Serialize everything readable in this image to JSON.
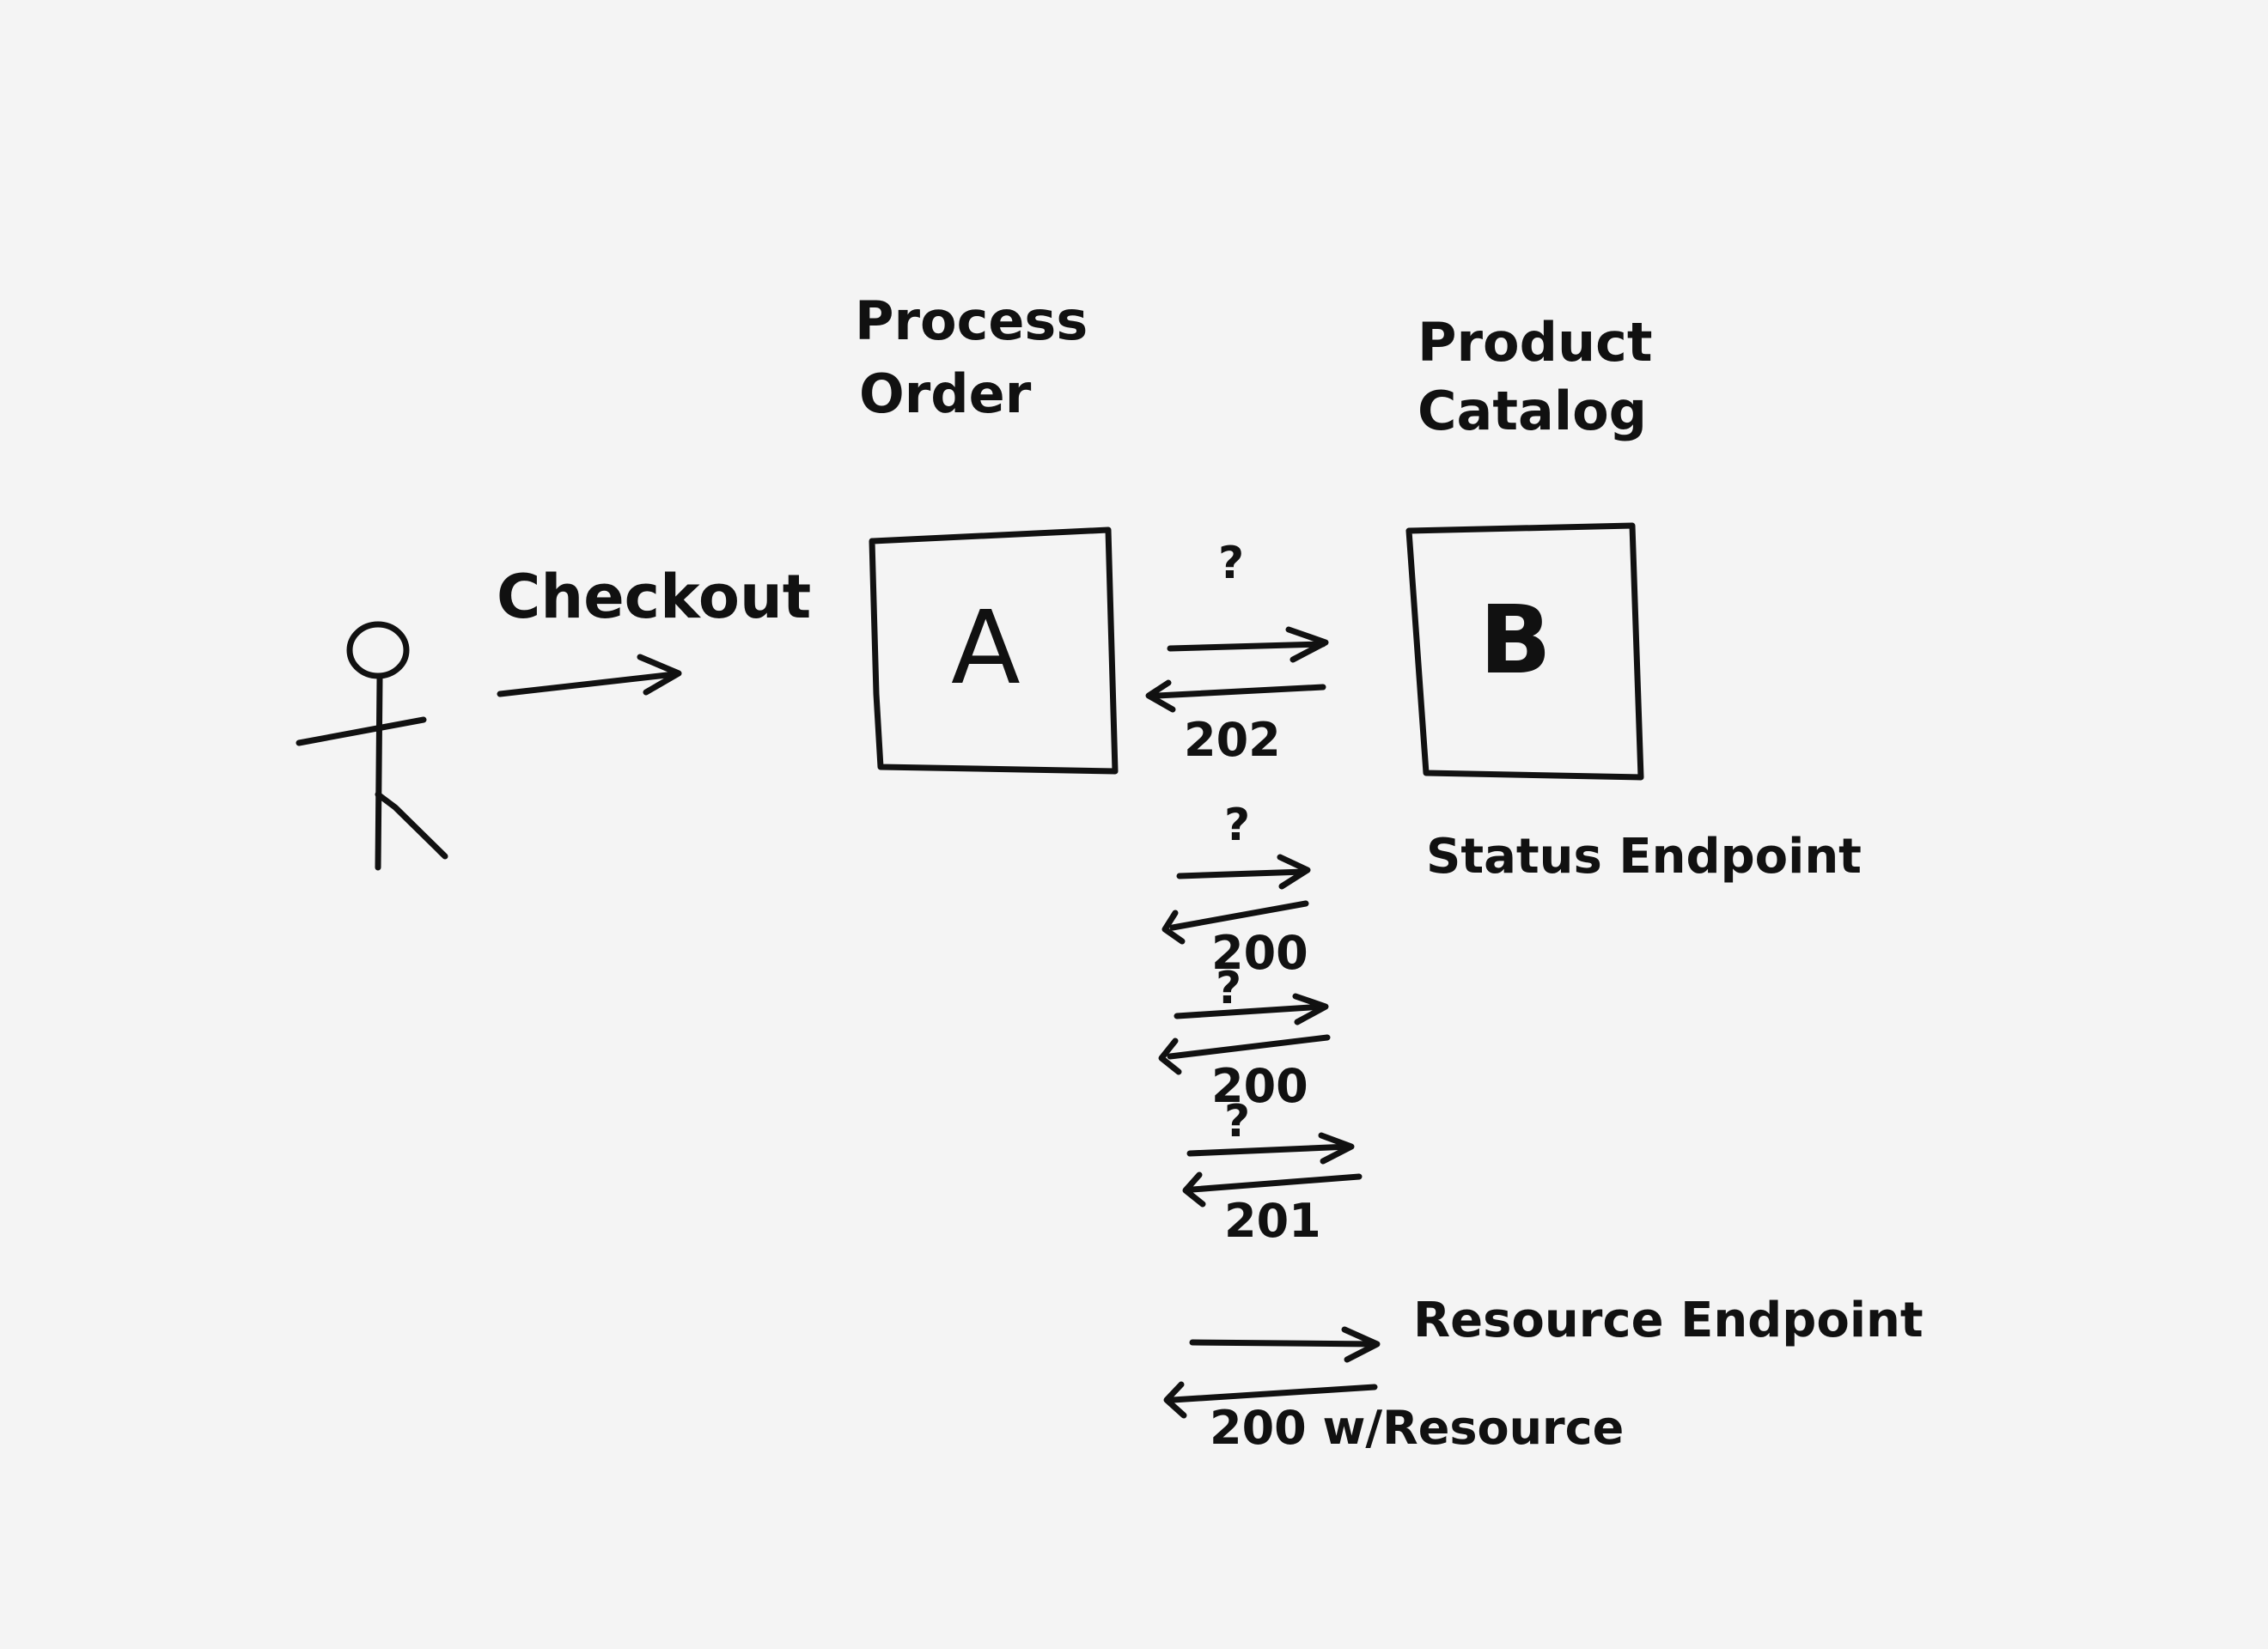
{
  "actor": {
    "label": ""
  },
  "checkout": {
    "label": "Checkout"
  },
  "service_a": {
    "title_line1": "Process",
    "title_line2": "Order",
    "letter": "A"
  },
  "service_b": {
    "title_line1": "Product",
    "title_line2": "Catalog",
    "letter": "B"
  },
  "initial_exchange": {
    "request": "?",
    "response": "202"
  },
  "status_endpoint": {
    "label": "Status Endpoint",
    "polls": [
      {
        "request": "?",
        "response": "200"
      },
      {
        "request": "?",
        "response": "200"
      },
      {
        "request": "?",
        "response": "201"
      }
    ]
  },
  "resource_endpoint": {
    "label": "Resource Endpoint",
    "response": "200 w/Resource"
  },
  "colors": {
    "ink": "#111111",
    "paper": "#f4f4f4"
  }
}
